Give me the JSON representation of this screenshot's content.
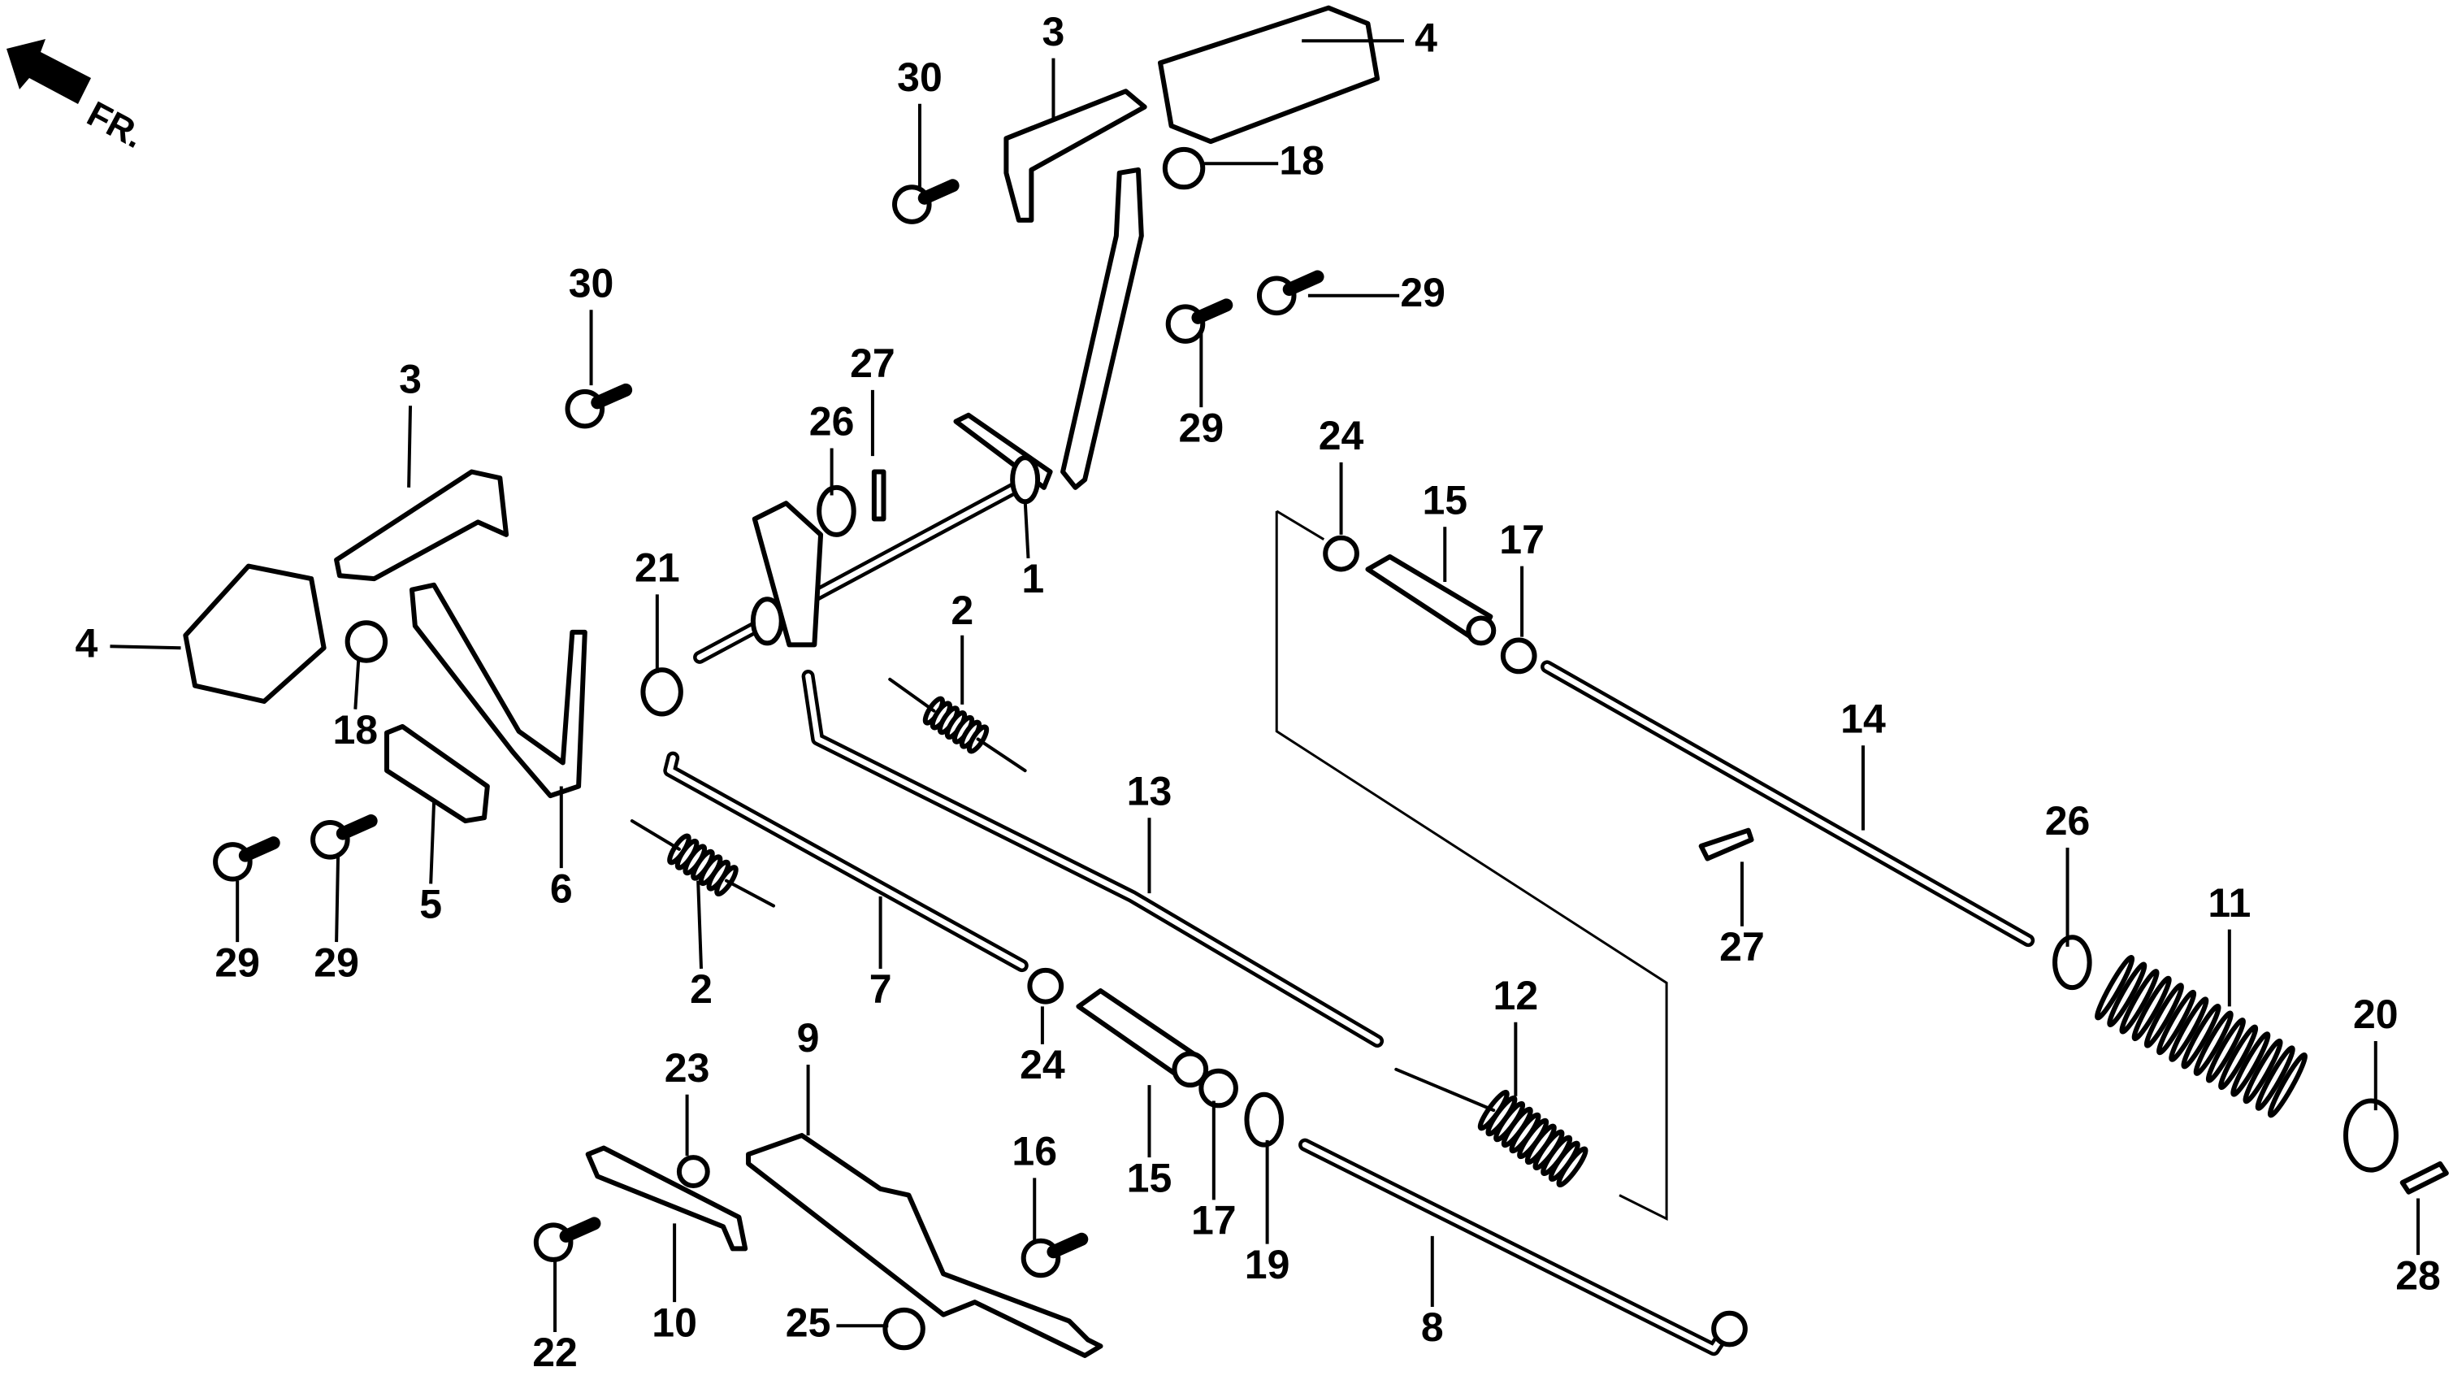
{
  "diagram": {
    "type": "exploded-parts-diagram",
    "orientation_marker": {
      "text": "FR.",
      "icon": "front-arrow-icon"
    },
    "callouts": [
      {
        "num": "1",
        "part": "brake-pedal-shaft-arm"
      },
      {
        "num": "2",
        "part": "return-spring"
      },
      {
        "num": "2",
        "part": "return-spring"
      },
      {
        "num": "3",
        "part": "pedal-arm"
      },
      {
        "num": "3",
        "part": "pedal-arm"
      },
      {
        "num": "4",
        "part": "pedal-rubber"
      },
      {
        "num": "4",
        "part": "pedal-rubber"
      },
      {
        "num": "5",
        "part": "plate"
      },
      {
        "num": "6",
        "part": "pedal-bracket"
      },
      {
        "num": "7",
        "part": "rod"
      },
      {
        "num": "8",
        "part": "rod"
      },
      {
        "num": "9",
        "part": "bracket"
      },
      {
        "num": "10",
        "part": "stay"
      },
      {
        "num": "11",
        "part": "compression-spring"
      },
      {
        "num": "12",
        "part": "tension-spring"
      },
      {
        "num": "13",
        "part": "rod"
      },
      {
        "num": "14",
        "part": "rod"
      },
      {
        "num": "15",
        "part": "collar"
      },
      {
        "num": "15",
        "part": "collar"
      },
      {
        "num": "16",
        "part": "bolt"
      },
      {
        "num": "17",
        "part": "nut"
      },
      {
        "num": "17",
        "part": "nut"
      },
      {
        "num": "18",
        "part": "nut"
      },
      {
        "num": "18",
        "part": "nut"
      },
      {
        "num": "19",
        "part": "washer"
      },
      {
        "num": "20",
        "part": "spring-seat"
      },
      {
        "num": "21",
        "part": "collar"
      },
      {
        "num": "22",
        "part": "bolt"
      },
      {
        "num": "23",
        "part": "nut"
      },
      {
        "num": "24",
        "part": "nut"
      },
      {
        "num": "24",
        "part": "nut"
      },
      {
        "num": "25",
        "part": "nut"
      },
      {
        "num": "26",
        "part": "washer"
      },
      {
        "num": "26",
        "part": "washer"
      },
      {
        "num": "27",
        "part": "cotter-pin"
      },
      {
        "num": "27",
        "part": "cotter-pin"
      },
      {
        "num": "28",
        "part": "pin"
      },
      {
        "num": "29",
        "part": "bolt"
      },
      {
        "num": "29",
        "part": "bolt"
      },
      {
        "num": "29",
        "part": "bolt"
      },
      {
        "num": "29",
        "part": "bolt"
      },
      {
        "num": "30",
        "part": "bolt"
      },
      {
        "num": "30",
        "part": "bolt"
      }
    ]
  }
}
